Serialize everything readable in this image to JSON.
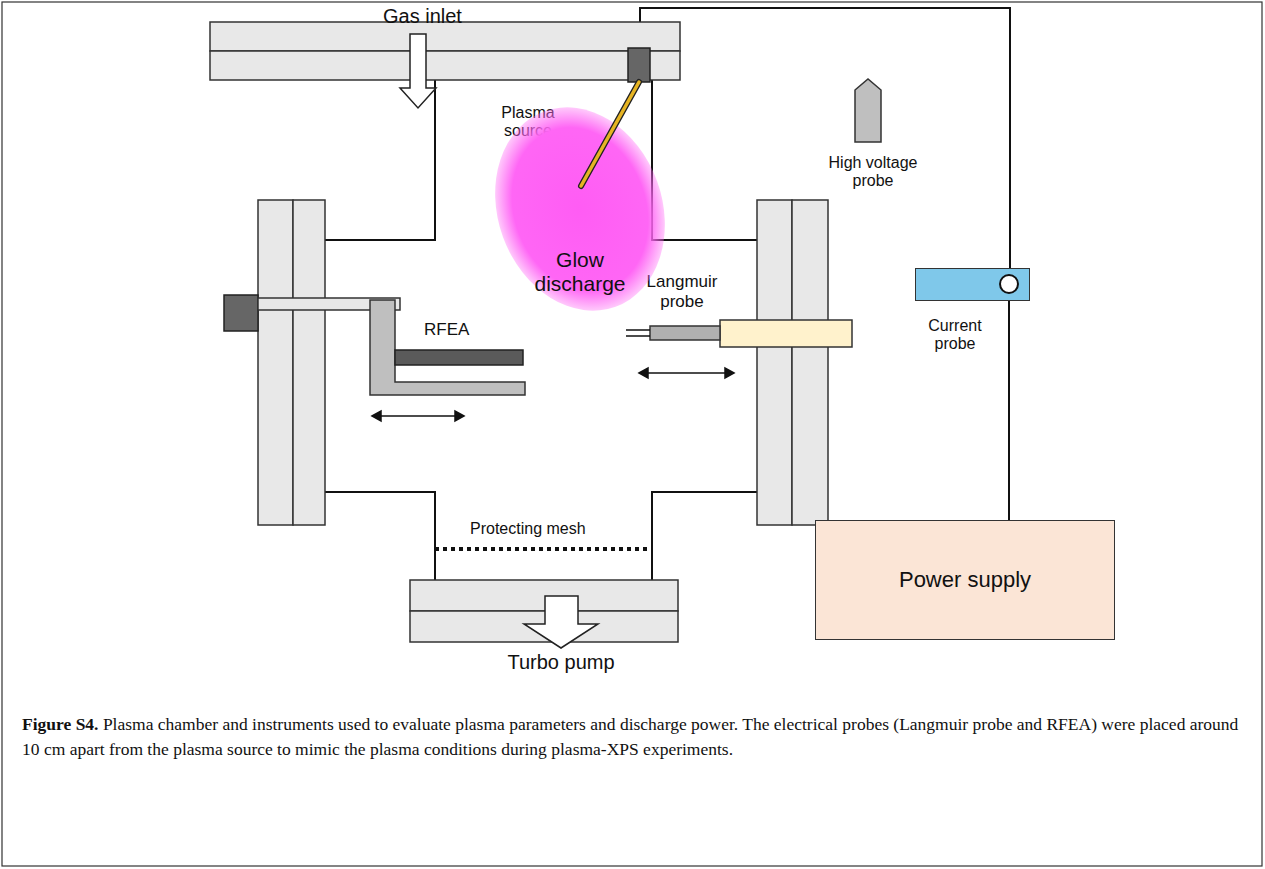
{
  "diagram": {
    "caption": "Figure S4. Plasma chamber and instruments used to evaluate plasma parameters and discharge power. The electrical probes (Langmuir probe and RFEA) were placed around 10 cm apart from the plasma source to mimic the plasma conditions during plasma-XPS experiments.",
    "nodes": [
      {
        "text": [
          "Glow discharge"
        ]
      },
      {
        "text": [
          "High voltage probe"
        ]
      },
      {
        "text": [
          "Current probe"
        ]
      },
      {
        "text": [
          "Power supply"
        ]
      }
    ],
    "edges": [
      {
        "from": 2,
        "to": 3,
        "arrow": "none"
      }
    ],
    "labels": [
      "Gas inlet",
      "Plasma source",
      "RFEA",
      "Langmuir probe",
      "Protecting mesh",
      "Turbo pump"
    ]
  }
}
